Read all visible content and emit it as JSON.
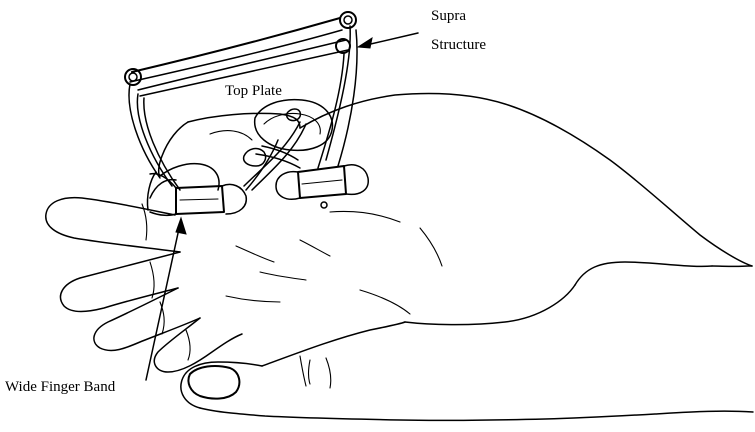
{
  "labels": {
    "supra_line1": "Supra",
    "supra_line2": "Structure",
    "top_plate": "Top Plate",
    "finger_band": "Wide Finger Band"
  },
  "colors": {
    "ink": "#000000",
    "background": "#ffffff"
  }
}
